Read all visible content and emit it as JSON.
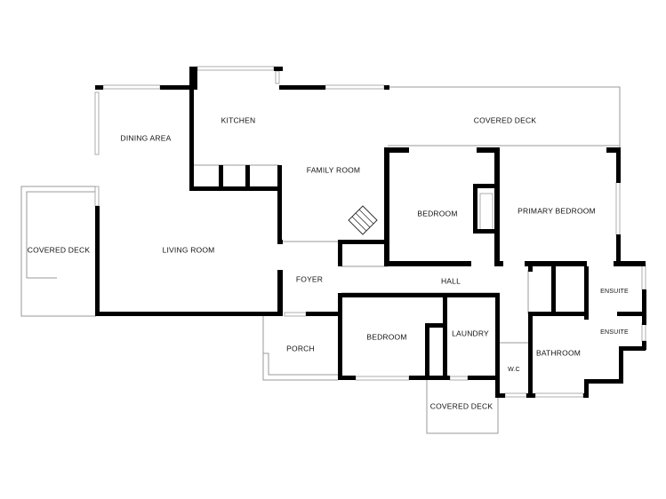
{
  "rooms": {
    "kitchen": "KITCHEN",
    "dining_area": "DINING AREA",
    "covered_deck_top": "COVERED DECK",
    "family_room": "FAMILY ROOM",
    "bedroom_1": "BEDROOM",
    "primary_bedroom": "PRIMARY BEDROOM",
    "covered_deck_left": "COVERED DECK",
    "living_room": "LIVING ROOM",
    "foyer": "FOYER",
    "hall": "HALL",
    "ensuite_1": "ENSUITE",
    "ensuite_2": "ENSUITE",
    "bedroom_2": "BEDROOM",
    "laundry": "LAUNDRY",
    "porch": "PORCH",
    "wc": "W.C",
    "bathroom": "BATHROOM",
    "covered_deck_bottom": "COVERED DECK"
  },
  "colors": {
    "wall": "#000000",
    "outline": "#9a9a9a",
    "background": "#ffffff"
  }
}
